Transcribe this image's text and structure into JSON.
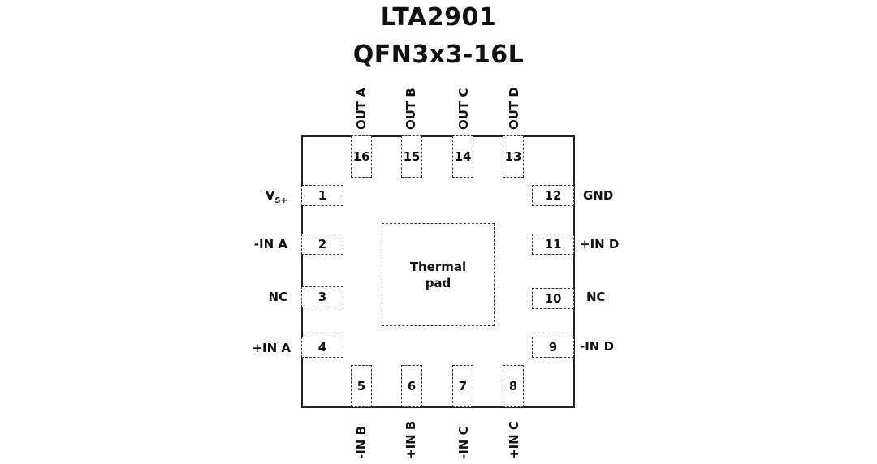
{
  "title": {
    "line1": "LTA2901",
    "line2": "QFN3x3-16L"
  },
  "thermal_pad": {
    "line1": "Thermal",
    "line2": "pad"
  },
  "pins": {
    "p1": {
      "number": "1",
      "name": "V",
      "sub": "S+"
    },
    "p2": {
      "number": "2",
      "name": "-IN A"
    },
    "p3": {
      "number": "3",
      "name": "NC"
    },
    "p4": {
      "number": "4",
      "name": "+IN A"
    },
    "p5": {
      "number": "5",
      "name": "-IN B"
    },
    "p6": {
      "number": "6",
      "name": "+IN B"
    },
    "p7": {
      "number": "7",
      "name": "-IN C"
    },
    "p8": {
      "number": "8",
      "name": "+IN C"
    },
    "p9": {
      "number": "9",
      "name": "-IN D"
    },
    "p10": {
      "number": "10",
      "name": "NC"
    },
    "p11": {
      "number": "11",
      "name": "+IN D"
    },
    "p12": {
      "number": "12",
      "name": "GND"
    },
    "p13": {
      "number": "13",
      "name": "OUT D"
    },
    "p14": {
      "number": "14",
      "name": "OUT C"
    },
    "p15": {
      "number": "15",
      "name": "OUT B"
    },
    "p16": {
      "number": "16",
      "name": "OUT A"
    }
  }
}
